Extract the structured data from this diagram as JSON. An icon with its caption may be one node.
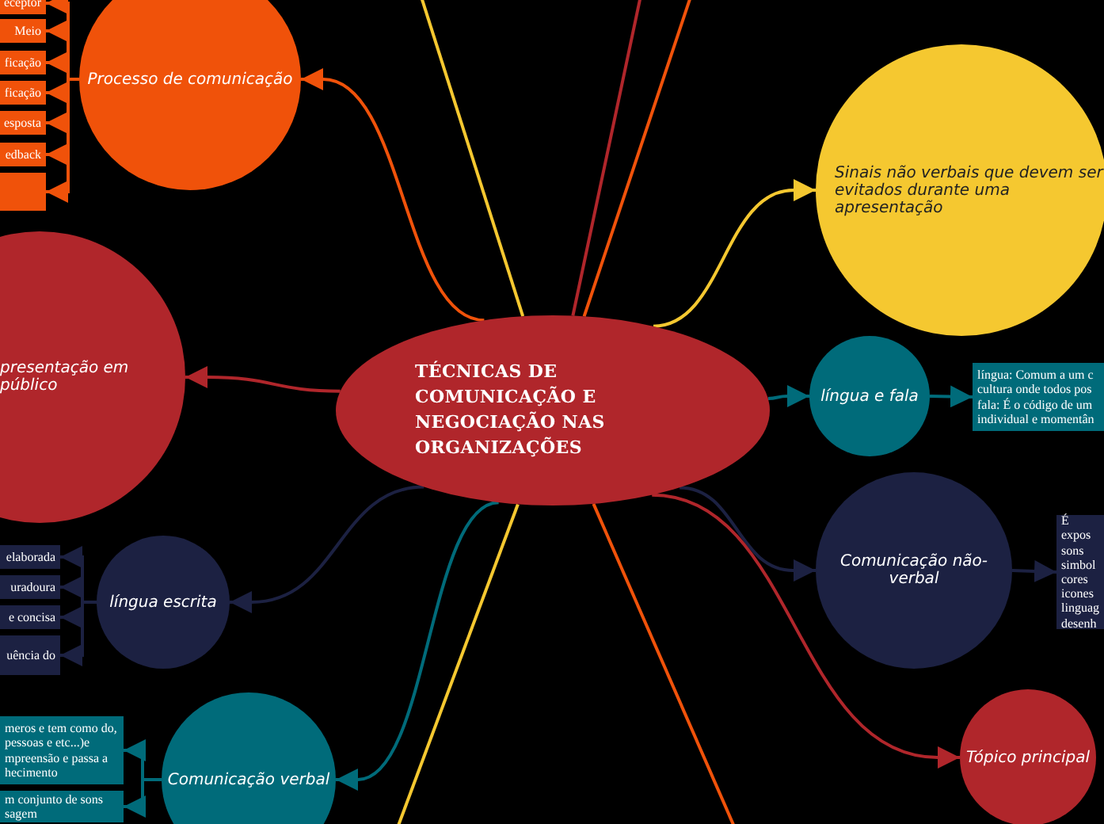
{
  "diagram": {
    "nodes": [
      {
        "text": [
          "TÉCNICAS DE COMUNICAÇÃO E NEGOCIAÇÃO NAS ORGANIZAÇÕES"
        ]
      },
      {
        "text": [
          "Processo de comunicação"
        ]
      },
      {
        "text": [
          "eceptor"
        ]
      },
      {
        "text": [
          "Meio"
        ]
      },
      {
        "text": [
          "ficação"
        ]
      },
      {
        "text": [
          "ficação"
        ]
      },
      {
        "text": [
          "esposta"
        ]
      },
      {
        "text": [
          "edback"
        ]
      },
      {
        "text": [],
        "shape": "box"
      },
      {
        "text": [
          "presentação em público"
        ]
      },
      {
        "text": [
          "língua escrita"
        ]
      },
      {
        "text": [
          "elaborada"
        ]
      },
      {
        "text": [
          "uradoura"
        ]
      },
      {
        "text": [
          "e concisa"
        ]
      },
      {
        "text": [
          "uência do"
        ]
      },
      {
        "text": [
          "Comunicação verbal"
        ]
      },
      {
        "text": [
          "meros e tem como do, pessoas e etc...)e mpreensão e passa a hecimento"
        ]
      },
      {
        "text": [
          "m conjunto de sons sagem"
        ]
      },
      {
        "text": [
          "Sinais não verbais que devem ser evitados durante uma apresentação"
        ]
      },
      {
        "text": [
          "língua e fala"
        ]
      },
      {
        "text": [
          "língua: Comum a um c cultura onde todos pos fala: É o código de um individual e momentân"
        ]
      },
      {
        "text": [
          "Comunicação não-verbal"
        ]
      },
      {
        "text": [
          "É expos sons simbol cores icones linguag desenh"
        ]
      },
      {
        "text": [
          "Tópico principal"
        ]
      }
    ],
    "edges": [
      {
        "from": 0,
        "to": 1,
        "arrow": "to",
        "color": "#f0520a"
      },
      {
        "from": 1,
        "to": 2,
        "arrow": "to",
        "color": "#f0520a"
      },
      {
        "from": 1,
        "to": 3,
        "arrow": "to",
        "color": "#f0520a"
      },
      {
        "from": 1,
        "to": 4,
        "arrow": "to",
        "color": "#f0520a"
      },
      {
        "from": 1,
        "to": 5,
        "arrow": "to",
        "color": "#f0520a"
      },
      {
        "from": 1,
        "to": 6,
        "arrow": "to",
        "color": "#f0520a"
      },
      {
        "from": 1,
        "to": 7,
        "arrow": "to",
        "color": "#f0520a"
      },
      {
        "from": 1,
        "to": 8,
        "arrow": "to",
        "color": "#f0520a"
      },
      {
        "from": 0,
        "to": 9,
        "arrow": "to",
        "color": "#b0262b"
      },
      {
        "from": 0,
        "to": 10,
        "arrow": "to",
        "color": "#1c2142"
      },
      {
        "from": 10,
        "to": 11,
        "arrow": "to",
        "color": "#1c2142"
      },
      {
        "from": 10,
        "to": 12,
        "arrow": "to",
        "color": "#1c2142"
      },
      {
        "from": 10,
        "to": 13,
        "arrow": "to",
        "color": "#1c2142"
      },
      {
        "from": 10,
        "to": 14,
        "arrow": "to",
        "color": "#1c2142"
      },
      {
        "from": 0,
        "to": 15,
        "arrow": "to",
        "color": "#006b7a"
      },
      {
        "from": 15,
        "to": 16,
        "arrow": "to",
        "color": "#006b7a"
      },
      {
        "from": 15,
        "to": 17,
        "arrow": "to",
        "color": "#006b7a"
      },
      {
        "from": 0,
        "to": 18,
        "arrow": "to",
        "color": "#f5c830"
      },
      {
        "from": 0,
        "to": 19,
        "arrow": "to",
        "color": "#006b7a"
      },
      {
        "from": 19,
        "to": 20,
        "arrow": "to",
        "color": "#006b7a"
      },
      {
        "from": 0,
        "to": 21,
        "arrow": "to",
        "color": "#1c2142"
      },
      {
        "from": 21,
        "to": 22,
        "arrow": "to",
        "color": "#1c2142"
      },
      {
        "from": 0,
        "to": 23,
        "arrow": "to",
        "color": "#b0262b"
      },
      {
        "from": 0,
        "to": null,
        "arrow": "none",
        "color": "#f5c830"
      },
      {
        "from": 0,
        "to": null,
        "arrow": "none",
        "color": "#b0262b"
      },
      {
        "from": 0,
        "to": null,
        "arrow": "none",
        "color": "#f0520a"
      },
      {
        "from": 0,
        "to": null,
        "arrow": "none",
        "color": "#f0520a"
      },
      {
        "from": 0,
        "to": null,
        "arrow": "none",
        "color": "#f5c830"
      }
    ]
  }
}
